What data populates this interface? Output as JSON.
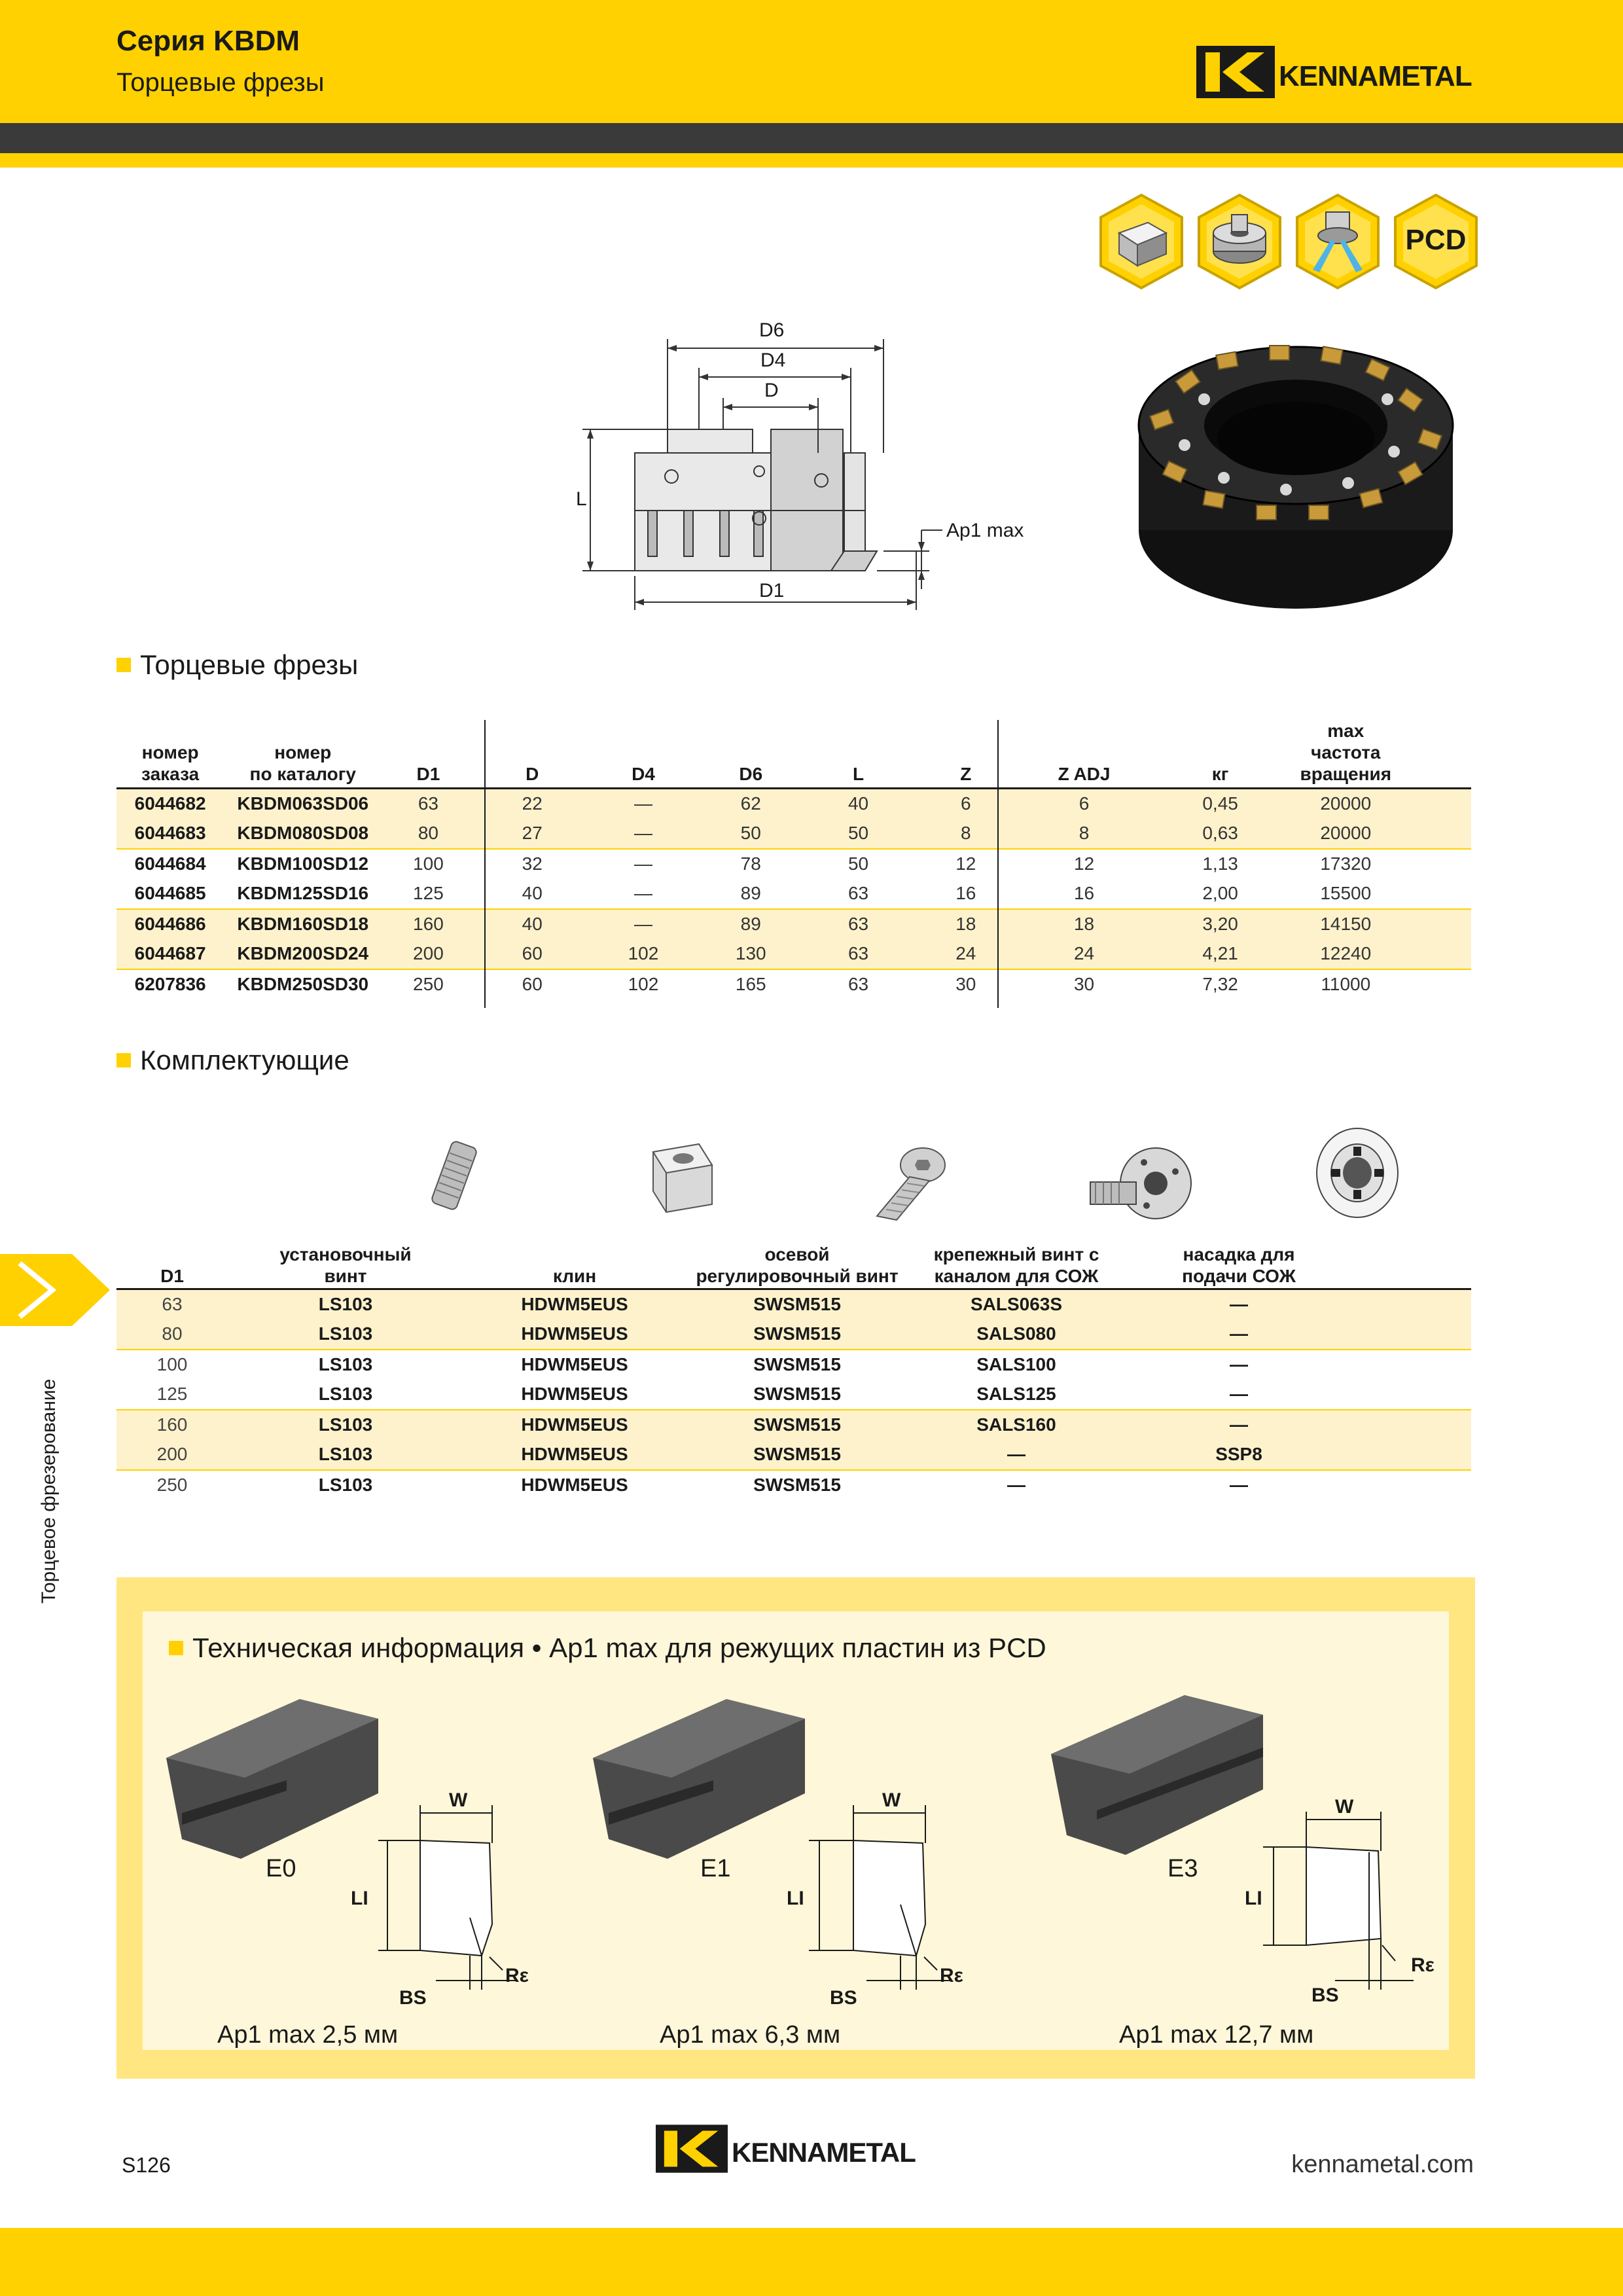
{
  "header": {
    "title": "Серия KBDM",
    "subtitle": "Торцевые фрезы",
    "logo_text": "KENNAMETAL",
    "accent_color": "#ffd100"
  },
  "features": {
    "icons": [
      "workpiece-block-icon",
      "tool-clamp-icon",
      "coolant-through-icon",
      "pcd-badge-icon"
    ],
    "pcd_label": "PCD"
  },
  "drawing": {
    "labels": {
      "d6": "D6",
      "d4": "D4",
      "d": "D",
      "l": "L",
      "ap1": "Ap1 max",
      "d1": "D1"
    }
  },
  "section1": {
    "title": "Торцевые фрезы",
    "headers": {
      "order_no": [
        "номер",
        "заказа"
      ],
      "catalog_no": [
        "номер",
        "по каталогу"
      ],
      "d1": "D1",
      "d": "D",
      "d4": "D4",
      "d6": "D6",
      "l": "L",
      "z": "Z",
      "z_adj": "Z ADJ",
      "kg": "кг",
      "max_speed": [
        "max",
        "частота",
        "вращения"
      ]
    },
    "rows": [
      [
        "6044682",
        "KBDM063SD06",
        "63",
        "22",
        "—",
        "62",
        "40",
        "6",
        "6",
        "0,45",
        "20000"
      ],
      [
        "6044683",
        "KBDM080SD08",
        "80",
        "27",
        "—",
        "50",
        "50",
        "8",
        "8",
        "0,63",
        "20000"
      ],
      [
        "6044684",
        "KBDM100SD12",
        "100",
        "32",
        "—",
        "78",
        "50",
        "12",
        "12",
        "1,13",
        "17320"
      ],
      [
        "6044685",
        "KBDM125SD16",
        "125",
        "40",
        "—",
        "89",
        "63",
        "16",
        "16",
        "2,00",
        "15500"
      ],
      [
        "6044686",
        "KBDM160SD18",
        "160",
        "40",
        "—",
        "89",
        "63",
        "18",
        "18",
        "3,20",
        "14150"
      ],
      [
        "6044687",
        "KBDM200SD24",
        "200",
        "60",
        "102",
        "130",
        "63",
        "24",
        "24",
        "4,21",
        "12240"
      ],
      [
        "6207836",
        "KBDM250SD30",
        "250",
        "60",
        "102",
        "165",
        "63",
        "30",
        "30",
        "7,32",
        "11000"
      ]
    ]
  },
  "section2": {
    "title": "Комплектующие",
    "icons": [
      "setting-screw-icon",
      "wedge-icon",
      "adjusting-screw-icon",
      "coolant-lock-screw-icon",
      "coolant-nozzle-icon"
    ],
    "headers": {
      "d1": "D1",
      "setting_screw": [
        "установочный",
        "винт"
      ],
      "wedge": "клин",
      "axial_screw": [
        "осевой",
        "регулировочный винт"
      ],
      "lock_screw": [
        "крепежный винт с",
        "каналом для СОЖ"
      ],
      "coolant_nozzle": [
        "насадка для",
        "подачи СОЖ"
      ]
    },
    "rows": [
      [
        "63",
        "LS103",
        "HDWM5EUS",
        "SWSM515",
        "SALS063S",
        "—"
      ],
      [
        "80",
        "LS103",
        "HDWM5EUS",
        "SWSM515",
        "SALS080",
        "—"
      ],
      [
        "100",
        "LS103",
        "HDWM5EUS",
        "SWSM515",
        "SALS100",
        "—"
      ],
      [
        "125",
        "LS103",
        "HDWM5EUS",
        "SWSM515",
        "SALS125",
        "—"
      ],
      [
        "160",
        "LS103",
        "HDWM5EUS",
        "SWSM515",
        "SALS160",
        "—"
      ],
      [
        "200",
        "LS103",
        "HDWM5EUS",
        "SWSM515",
        "—",
        "SSP8"
      ],
      [
        "250",
        "LS103",
        "HDWM5EUS",
        "SWSM515",
        "—",
        "—"
      ]
    ]
  },
  "side_tab": {
    "label": "Торцевое фрезерование"
  },
  "tech_info": {
    "title": "Техническая информация • Ap1 max для режущих пластин из PCD",
    "dim_labels": {
      "w": "W",
      "li": "LI",
      "bs": "BS",
      "re": "Rε"
    },
    "inserts": [
      {
        "code": "E0",
        "caption": "Ap1 max 2,5 мм"
      },
      {
        "code": "E1",
        "caption": "Ap1 max 6,3 мм"
      },
      {
        "code": "E3",
        "caption": "Ap1 max 12,7 мм"
      }
    ]
  },
  "footer": {
    "page_number": "S126",
    "logo_text": "KENNAMETAL",
    "website": "kennametal.com"
  }
}
